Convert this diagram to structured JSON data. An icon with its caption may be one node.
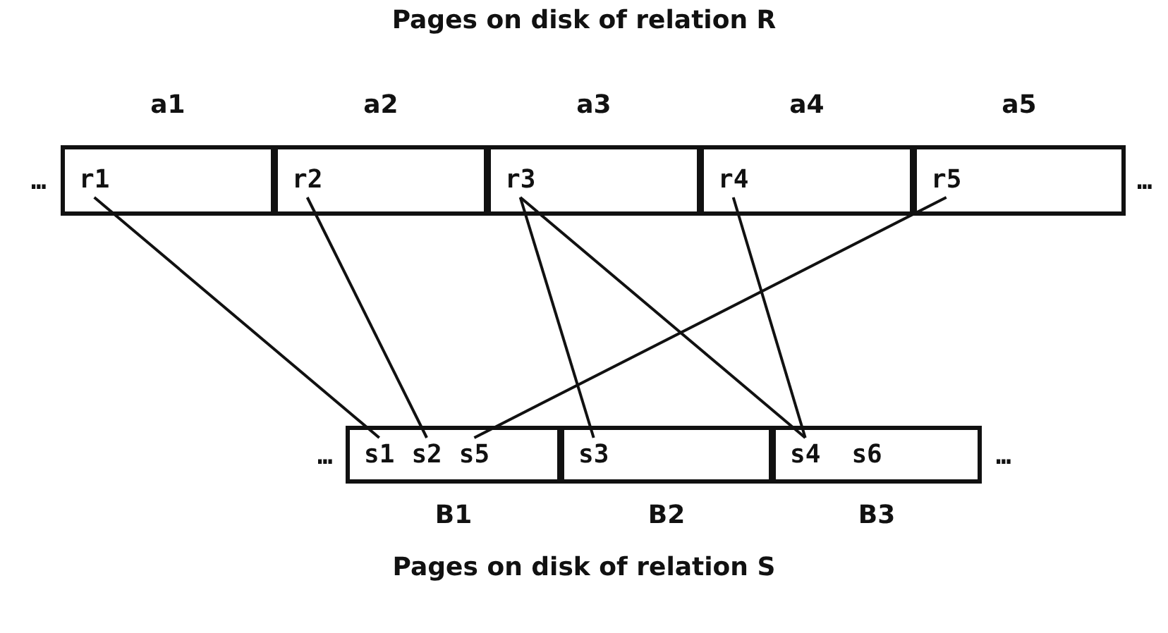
{
  "diagram": {
    "title": "Pages on disk of relation R",
    "caption": "Pages on disk of relation S",
    "nodes": [
      {
        "text": [],
        "shape": "box",
        "beside": [
          "a1"
        ]
      },
      {
        "text": [
          "r1"
        ],
        "in": 0
      },
      {
        "text": [],
        "shape": "box",
        "beside": [
          "a2"
        ]
      },
      {
        "text": [
          "r2"
        ],
        "in": 2
      },
      {
        "text": [],
        "shape": "box",
        "beside": [
          "a3"
        ]
      },
      {
        "text": [
          "r3"
        ],
        "in": 4
      },
      {
        "text": [],
        "shape": "box",
        "beside": [
          "a4"
        ]
      },
      {
        "text": [
          "r4"
        ],
        "in": 6
      },
      {
        "text": [],
        "shape": "box",
        "beside": [
          "a5"
        ]
      },
      {
        "text": [
          "r5"
        ],
        "in": 8
      },
      {
        "text": [],
        "shape": "box",
        "beside": [
          "B1"
        ]
      },
      {
        "text": [
          "s1"
        ],
        "in": 10
      },
      {
        "text": [
          "s2"
        ],
        "in": 10
      },
      {
        "text": [
          "s5"
        ],
        "in": 10
      },
      {
        "text": [],
        "shape": "box",
        "beside": [
          "B2"
        ]
      },
      {
        "text": [
          "s3"
        ],
        "in": 14
      },
      {
        "text": [],
        "shape": "box",
        "beside": [
          "B3"
        ]
      },
      {
        "text": [
          "s4"
        ],
        "in": 16
      },
      {
        "text": [
          "s6"
        ],
        "in": 16
      }
    ],
    "edges": [
      {
        "from": 1,
        "to": 11,
        "arrow": "none"
      },
      {
        "from": 3,
        "to": 12,
        "arrow": "none"
      },
      {
        "from": 5,
        "to": 15,
        "arrow": "none"
      },
      {
        "from": 5,
        "to": 17,
        "arrow": "none"
      },
      {
        "from": 7,
        "to": 17,
        "arrow": "none"
      },
      {
        "from": 9,
        "to": 13,
        "arrow": "none"
      }
    ],
    "labels": [
      "…",
      "…",
      "…",
      "…"
    ]
  }
}
